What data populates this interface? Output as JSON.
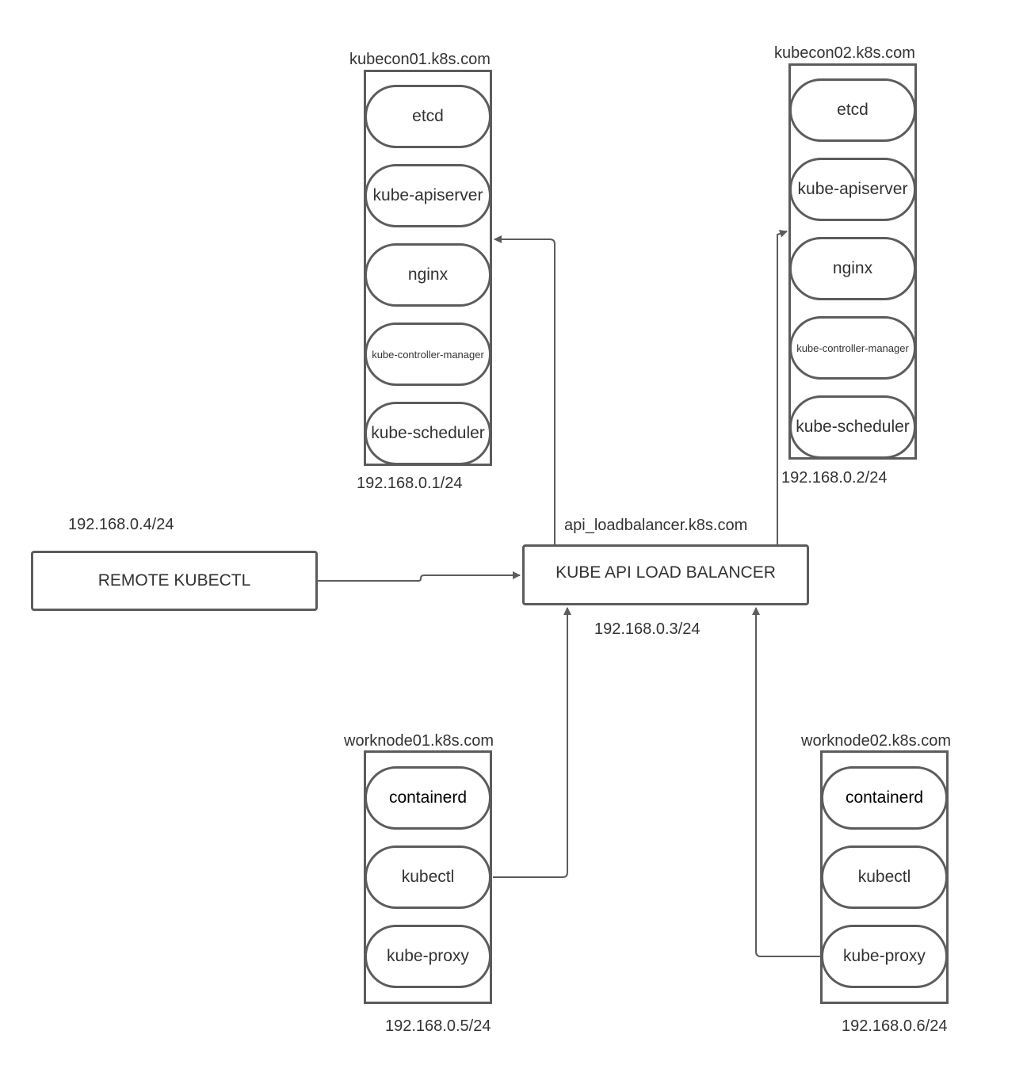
{
  "kubecon01": {
    "hostname": "kubecon01.k8s.com",
    "ip": "192.168.0.1/24",
    "components": [
      "etcd",
      "kube-apiserver",
      "nginx",
      "kube-controller-manager",
      "kube-scheduler"
    ]
  },
  "kubecon02": {
    "hostname": "kubecon02.k8s.com",
    "ip": "192.168.0.2/24",
    "components": [
      "etcd",
      "kube-apiserver",
      "nginx",
      "kube-controller-manager",
      "kube-scheduler"
    ]
  },
  "remote": {
    "label": "REMOTE KUBECTL",
    "ip": "192.168.0.4/24"
  },
  "loadbalancer": {
    "hostname": "api_loadbalancer.k8s.com",
    "label": "KUBE API LOAD BALANCER",
    "ip": "192.168.0.3/24"
  },
  "worknode01": {
    "hostname": "worknode01.k8s.com",
    "ip": "192.168.0.5/24",
    "components": [
      "containerd",
      "kubectl",
      "kube-proxy"
    ]
  },
  "worknode02": {
    "hostname": "worknode02.k8s.com",
    "ip": "192.168.0.6/24",
    "components": [
      "containerd",
      "kubectl",
      "kube-proxy"
    ]
  },
  "colors": {
    "stroke": "#5c5c5c",
    "text": "#333333",
    "background": "#ffffff"
  }
}
